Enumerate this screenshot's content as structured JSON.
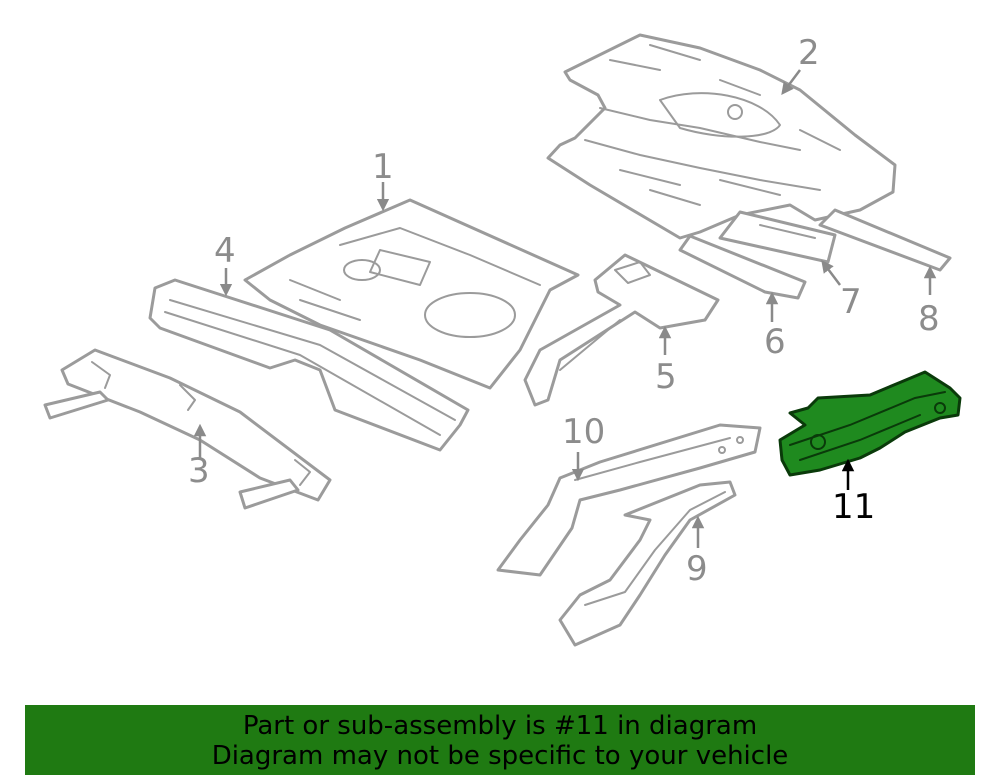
{
  "diagram": {
    "callouts": {
      "c1": "1",
      "c2": "2",
      "c3": "3",
      "c4": "4",
      "c5": "5",
      "c6": "6",
      "c7": "7",
      "c8": "8",
      "c9": "9",
      "c10": "10",
      "c11": "11"
    },
    "highlighted_part": "11",
    "colors": {
      "highlight": "#1f8a1f",
      "outline": "#9b9b9b",
      "banner": "#1f7a12"
    }
  },
  "banner": {
    "line1": "Part or sub-assembly is #11 in diagram",
    "line2": "Diagram may not be specific to your vehicle"
  }
}
